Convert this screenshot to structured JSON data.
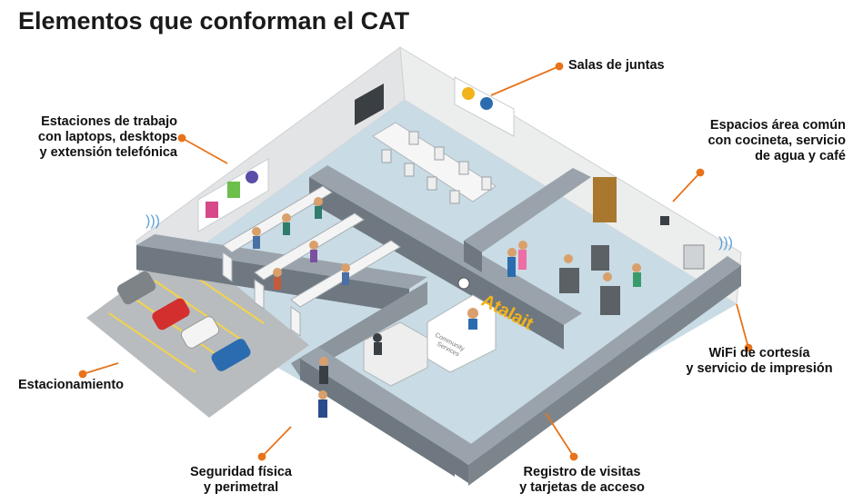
{
  "title": "Elementos que conforman el CAT",
  "labels": {
    "salas": [
      "Salas de juntas"
    ],
    "estaciones": [
      "Estaciones de trabajo",
      "con laptops, desktops",
      "y extensión telefónica"
    ],
    "espacios": [
      "Espacios área común",
      "con cocineta, servicio",
      "de agua y café"
    ],
    "wifi": [
      "WiFi de cortesía",
      "y servicio de impresión"
    ],
    "estacionamiento": [
      "Estacionamiento"
    ],
    "seguridad": [
      "Seguridad física",
      "y perimetral"
    ],
    "registro": [
      "Registro de visitas",
      "y tarjetas de acceso"
    ]
  },
  "scene": {
    "brand": "Atalait",
    "reception_sign": [
      "Community",
      "Services"
    ]
  },
  "colors": {
    "accent": "#e8731a",
    "floor": "#c9dbe4",
    "wall_top": "#9aa3ab",
    "wall_face": "#6f7880",
    "back_wall": "#e3e4e6",
    "brand": "#f2b21a"
  }
}
